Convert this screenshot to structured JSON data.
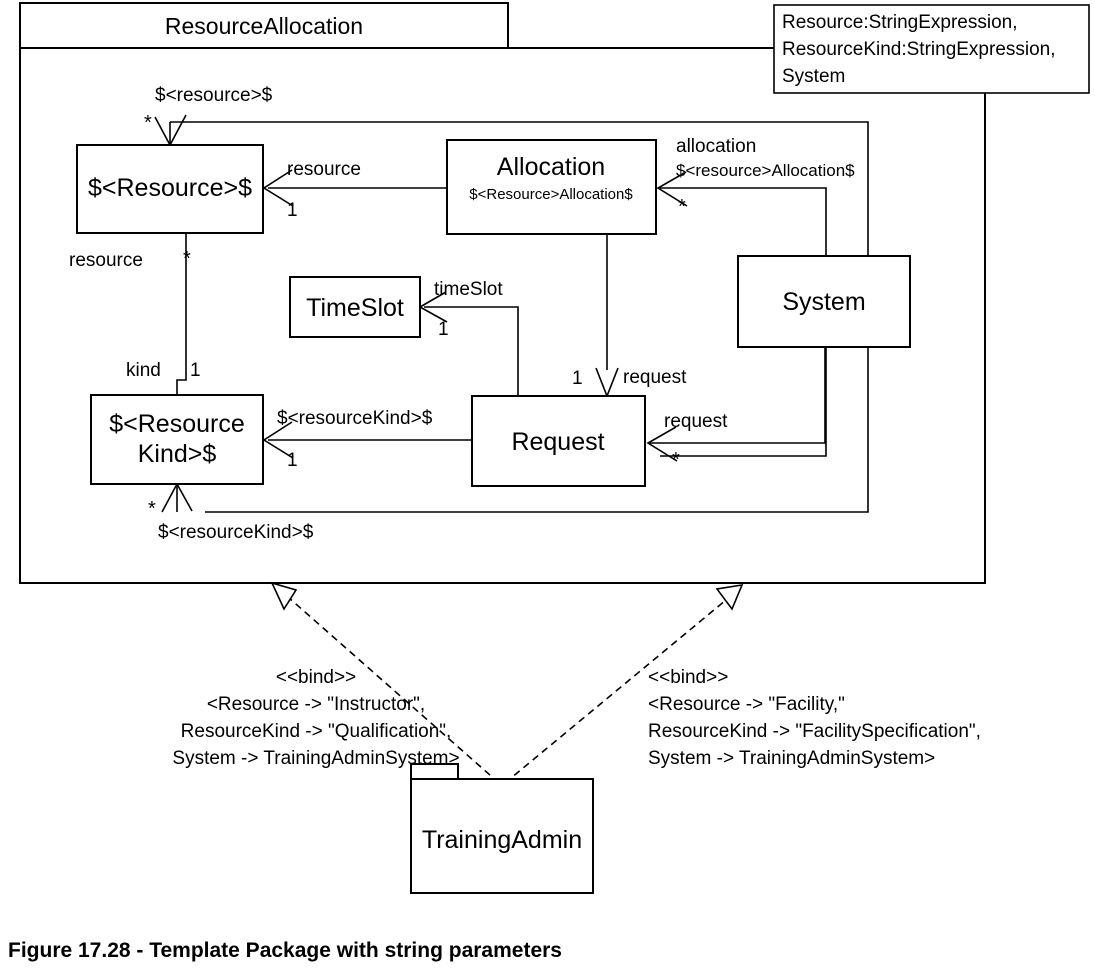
{
  "figure": {
    "caption": "Figure 17.28 - Template Package with string parameters"
  },
  "template_package": {
    "name": "ResourceAllocation",
    "parameters_box": [
      "Resource:StringExpression,",
      "ResourceKind:StringExpression,",
      "System"
    ]
  },
  "classes": {
    "resource": {
      "name": "$<Resource>$"
    },
    "allocation": {
      "name": "Allocation",
      "qualified": "$<Resource>Allocation$"
    },
    "timeslot": {
      "name": "TimeSlot"
    },
    "system": {
      "name": "System"
    },
    "request": {
      "name": "Request"
    },
    "resourcekind": {
      "name_line1": "$<Resource",
      "name_line2": "Kind>$"
    }
  },
  "associations": {
    "resource_top_label": "$<resource>$",
    "resource_top_mult": "*",
    "allocation_resource_role": "resource",
    "allocation_resource_mult": "1",
    "allocation_role": "allocation",
    "allocation_qualified_label": "$<resource>Allocation$",
    "allocation_mult": "*",
    "resource_kind_role_left": "resource",
    "resource_kind_mult_left": "*",
    "kind_role": "kind",
    "kind_mult": "1",
    "timeslot_role": "timeSlot",
    "timeslot_mult": "1",
    "request_role_top": "request",
    "request_mult_top": "1",
    "request_role_right": "request",
    "request_mult_right": "*",
    "resourcekind_assoc_label": "$<resourceKind>$",
    "resourcekind_assoc_mult": "1",
    "resourcekind_bottom_label": "$<resourceKind>$",
    "resourcekind_bottom_mult": "*"
  },
  "bindings": {
    "left": {
      "stereotype": "<<bind>>",
      "lines": [
        "<Resource -> \"Instructor\",",
        "ResourceKind -> \"Qualification\",",
        "System -> TrainingAdminSystem>"
      ]
    },
    "right": {
      "stereotype": "<<bind>>",
      "lines": [
        "<Resource -> \"Facility,\"",
        "ResourceKind -> \"FacilitySpecification\",",
        "System -> TrainingAdminSystem>"
      ]
    }
  },
  "bound_package": {
    "name": "TrainingAdmin"
  },
  "colors": {
    "stroke": "#000000",
    "fill": "#ffffff"
  }
}
